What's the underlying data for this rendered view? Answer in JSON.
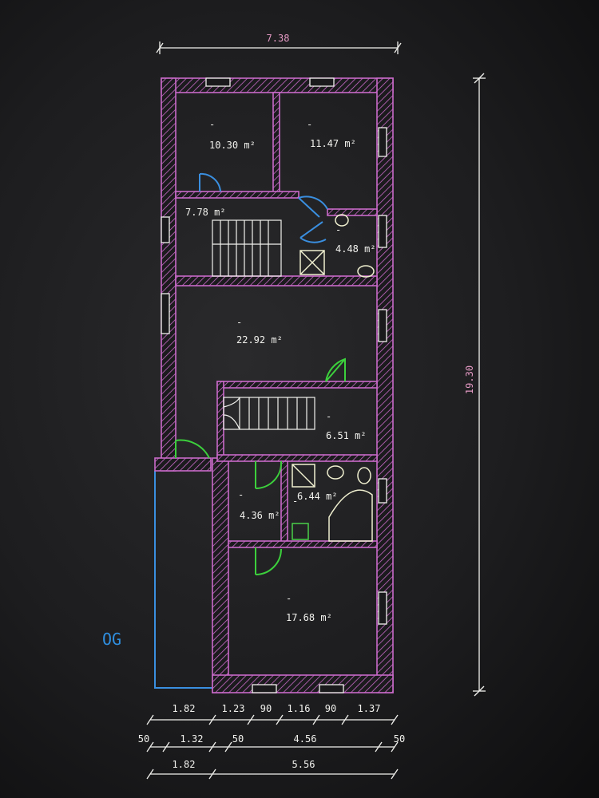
{
  "title_dimension": "7.38",
  "height_dimension": "19.30",
  "floor_label": "OG",
  "rooms": [
    {
      "id": "r1",
      "dash": "-",
      "area": "10.30 m²"
    },
    {
      "id": "r2",
      "dash": "-",
      "area": "11.47 m²"
    },
    {
      "id": "r3",
      "dash": "",
      "area": "7.78 m²"
    },
    {
      "id": "r4",
      "dash": "-",
      "area": "4.48 m²"
    },
    {
      "id": "r5",
      "dash": "-",
      "area": "22.92 m²"
    },
    {
      "id": "r6",
      "dash": "-",
      "area": "6.51 m²"
    },
    {
      "id": "r7",
      "dash": "-",
      "area": "4.36 m²"
    },
    {
      "id": "r8",
      "dash": "-",
      "area": "6.44 m²"
    },
    {
      "id": "r9",
      "dash": "-",
      "area": "17.68 m²"
    }
  ],
  "bottom_dimensions": {
    "row1": [
      "1.82",
      "1.23",
      "90",
      "1.16",
      "90",
      "1.37"
    ],
    "row2": [
      "50",
      "1.32",
      "50",
      "4.56",
      "50"
    ],
    "row3": [
      "1.82",
      "5.56"
    ]
  },
  "colors": {
    "wall": "#c96ac9",
    "door_blue": "#3a8fe0",
    "door_green": "#3cd03c",
    "text": "#f2f2ee",
    "dimension_pink": "#e59ac4",
    "label_blue": "#2f8fe0"
  }
}
